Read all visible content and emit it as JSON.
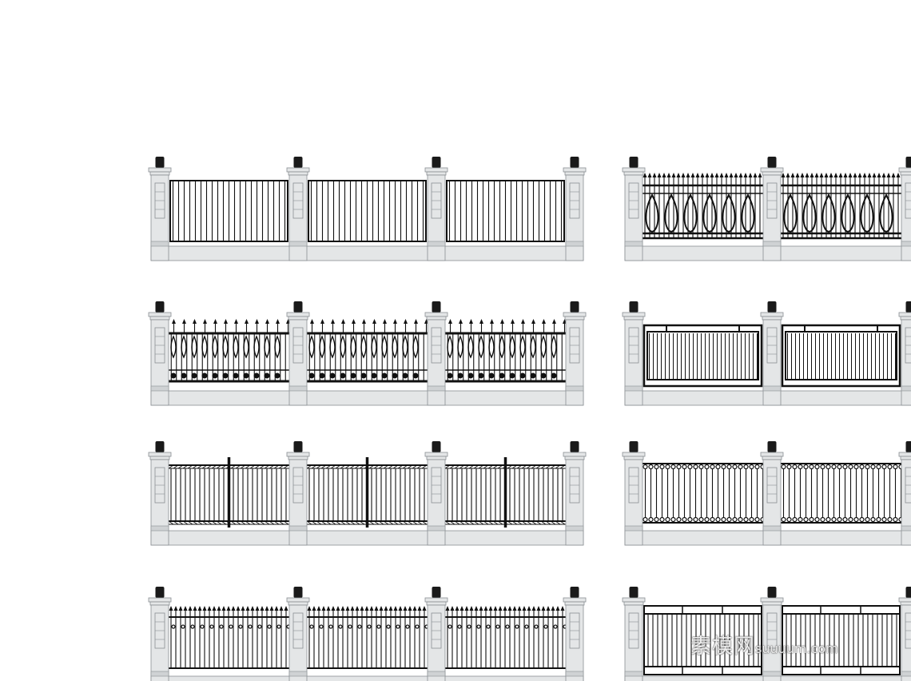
{
  "watermark": {
    "brand": "素模网",
    "domain": "suuuum.com"
  },
  "colors": {
    "background": "#ffffff",
    "stone": "#e4e6e7",
    "stone_dark": "#cfd2d4",
    "outline": "#8a8f93",
    "iron": "#111111",
    "cap": "#1a1a1a"
  },
  "fence_styles": [
    {
      "id": 1,
      "name": "plain-vertical-bars",
      "section_count": 3
    },
    {
      "id": 2,
      "name": "spear-top-loop-pattern",
      "section_count": 2
    },
    {
      "id": 3,
      "name": "ornate-fleur-scroll",
      "section_count": 3
    },
    {
      "id": 4,
      "name": "framed-vertical-bars",
      "section_count": 2
    },
    {
      "id": 5,
      "name": "lattice-top-with-posts",
      "section_count": 3
    },
    {
      "id": 6,
      "name": "ring-frame-bars",
      "section_count": 2
    },
    {
      "id": 7,
      "name": "spear-top-ring-bars",
      "section_count": 3
    },
    {
      "id": 8,
      "name": "panel-frame-bars",
      "section_count": 2
    }
  ]
}
